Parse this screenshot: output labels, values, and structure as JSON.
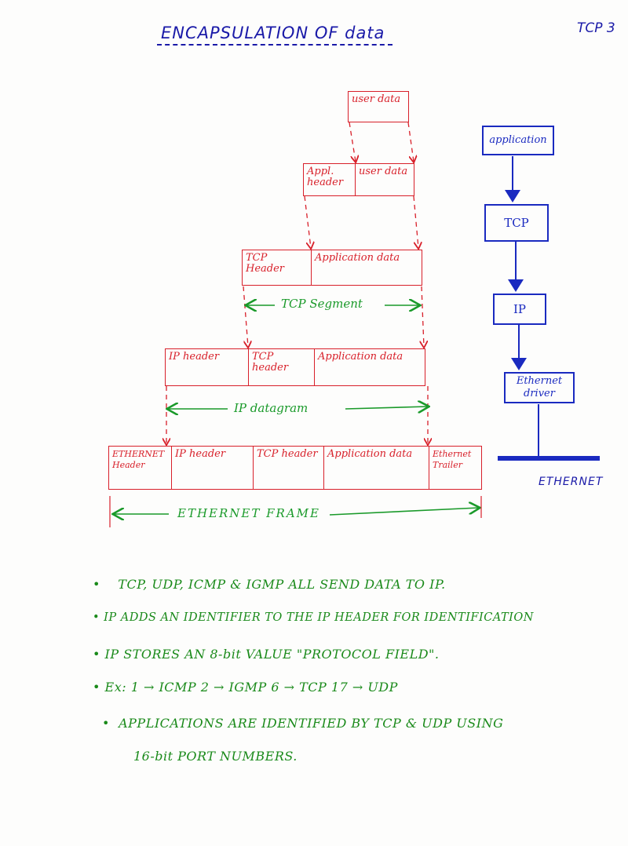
{
  "header": {
    "title": "ENCAPSULATION OF data",
    "page_number": "TCP 3"
  },
  "diagram": {
    "level1": {
      "cells": [
        "user data"
      ]
    },
    "level2": {
      "cells": [
        "Appl. header",
        "user data"
      ]
    },
    "level3": {
      "cells": [
        "TCP Header",
        "Application data"
      ],
      "span_label": "TCP Segment"
    },
    "level4": {
      "cells": [
        "IP header",
        "TCP header",
        "Application data"
      ],
      "span_label": "IP datagram"
    },
    "level5": {
      "cells": [
        "ETHERNET Header",
        "IP header",
        "TCP header",
        "Application data",
        "Ethernet Trailer"
      ],
      "span_label": "ETHERNET FRAME"
    }
  },
  "stack": {
    "layers": [
      "application",
      "TCP",
      "IP",
      "Ethernet driver"
    ],
    "network_label": "ETHERNET"
  },
  "notes": [
    "TCP, UDP, ICMP & IGMP ALL SEND DATA TO IP.",
    "IP ADDS AN IDENTIFIER TO THE IP HEADER FOR IDENTIFICATION",
    "IP STORES AN 8-bit VALUE \"PROTOCOL FIELD\".",
    "Ex: 1 → ICMP   2 → IGMP   6 → TCP   17 → UDP",
    "APPLICATIONS ARE IDENTIFIED BY TCP & UDP USING",
    "16-bit PORT NUMBERS."
  ],
  "colors": {
    "red": "#d8202a",
    "blue": "#1a2ac0",
    "green": "#1a9a2a"
  }
}
